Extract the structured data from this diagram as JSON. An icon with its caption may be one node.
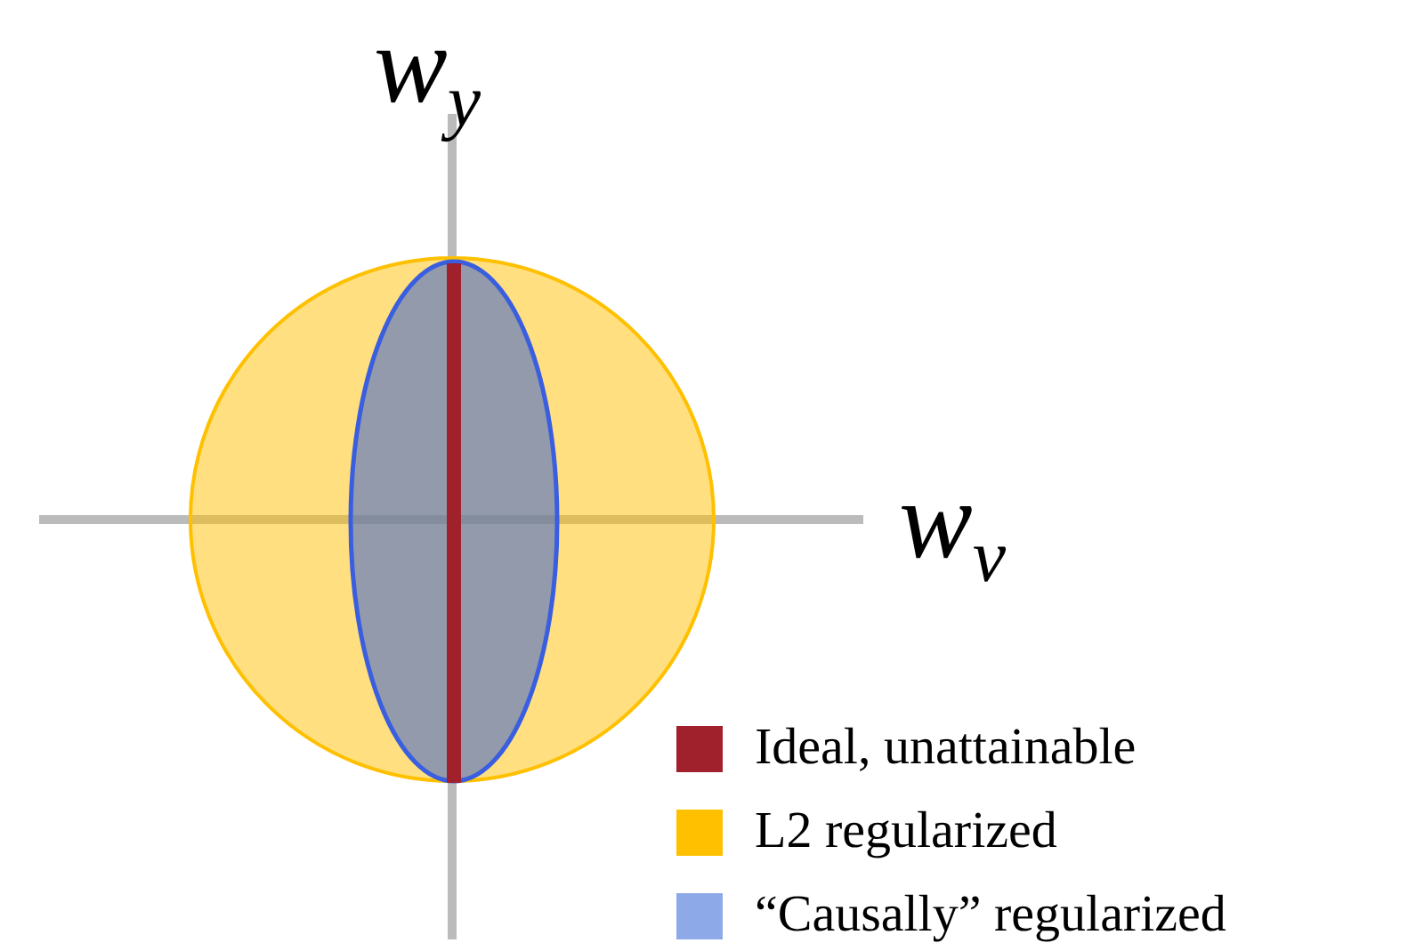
{
  "diagram": {
    "labels": [
      "w$_{y}$",
      "w$_{v}$"
    ],
    "legend": [
      {
        "text": "Ideal, unattainable",
        "color": "#a0202c"
      },
      {
        "text": "L2 regularized",
        "color": "#ffc000"
      },
      {
        "text": "“Causally” regularized",
        "color": "#8ea9e8"
      }
    ]
  }
}
